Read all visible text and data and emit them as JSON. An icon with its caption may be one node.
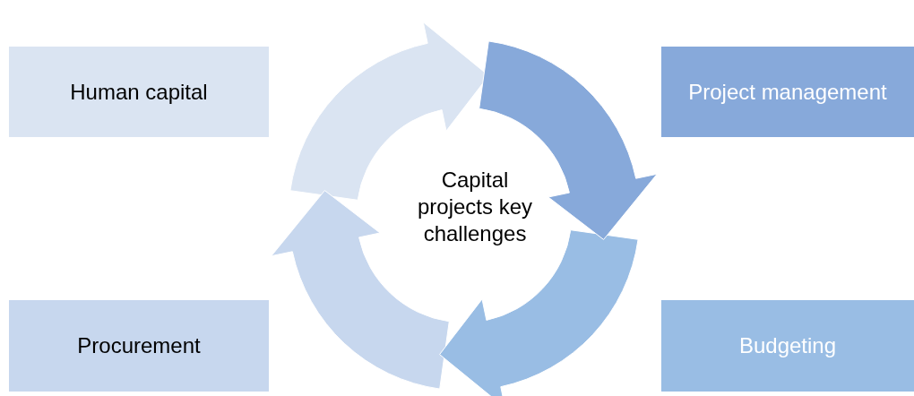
{
  "diagram": {
    "nodes": [
      {
        "text": [
          "Human capital"
        ]
      },
      {
        "text": [
          "Project management"
        ]
      },
      {
        "text": [
          "Procurement"
        ]
      },
      {
        "text": [
          "Budgeting"
        ]
      },
      {
        "text": [
          "Capital projects key challenges"
        ]
      }
    ]
  }
}
